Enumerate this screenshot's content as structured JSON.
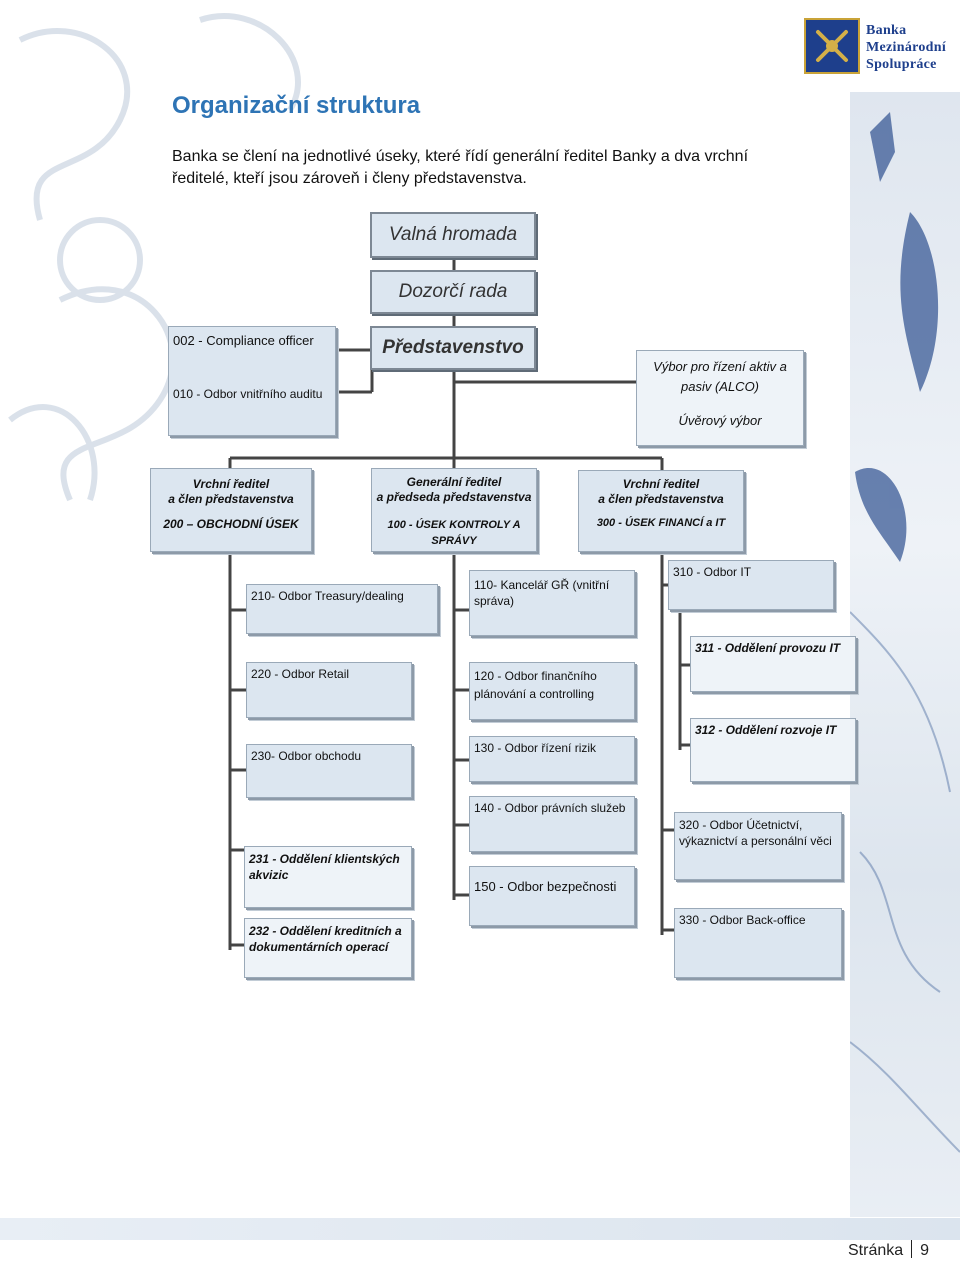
{
  "header": {
    "logo_lines": [
      "Banka",
      "Mezinárodní",
      "Spolupráce"
    ]
  },
  "title": "Organizační struktura",
  "intro": "Banka se člení na jednotlivé úseky, které řídí generální ředitel Banky a dva vrchní ředitelé, kteří jsou zároveň i členy představenstva.",
  "org": {
    "valna_hromada": "Valná hromada",
    "dozorci_rada": "Dozorčí rada",
    "predstavenstvo": "Představenstvo",
    "compliance": "002 - Compliance officer",
    "audit": "010 - Odbor vnitřního auditu",
    "alco": "Výbor pro řízení aktiv a pasiv (ALCO)",
    "uverovy": "Úvěrový výbor",
    "left_dir": {
      "role": "Vrchní ředitel\na člen představenstva",
      "unit": "200 – OBCHODNÍ ÚSEK"
    },
    "center_dir": {
      "role": "Generální ředitel\na předseda představenstva",
      "unit": "100 - ÚSEK KONTROLY A SPRÁVY"
    },
    "right_dir": {
      "role": "Vrchní ředitel\na člen představenstva",
      "unit": "300 - ÚSEK FINANCÍ a IT"
    },
    "left_units": {
      "u210": "210- Odbor Treasury/dealing",
      "u220": "220 - Odbor Retail",
      "u230": "230- Odbor obchodu",
      "u231": "231 - Oddělení klientských akvizic",
      "u232": "232 - Oddělení kreditních a dokumentárních operací"
    },
    "center_units": {
      "u110": "110- Kancelář GŘ (vnitřní správa)",
      "u120": "120 - Odbor finančního plánování a controlling",
      "u130": "130 - Odbor řízení rizik",
      "u140": "140 - Odbor právních služeb",
      "u150": "150 - Odbor bezpečnosti"
    },
    "right_units": {
      "u310": "310 - Odbor IT",
      "u311": "311 - Oddělení provozu IT",
      "u312": "312 - Oddělení rozvoje IT",
      "u320": "320 - Odbor Účetnictví, výkaznictví a personální věci",
      "u330": "330 - Odbor Back-office"
    }
  },
  "footer": {
    "page_label": "Stránka",
    "page_number": "9"
  }
}
